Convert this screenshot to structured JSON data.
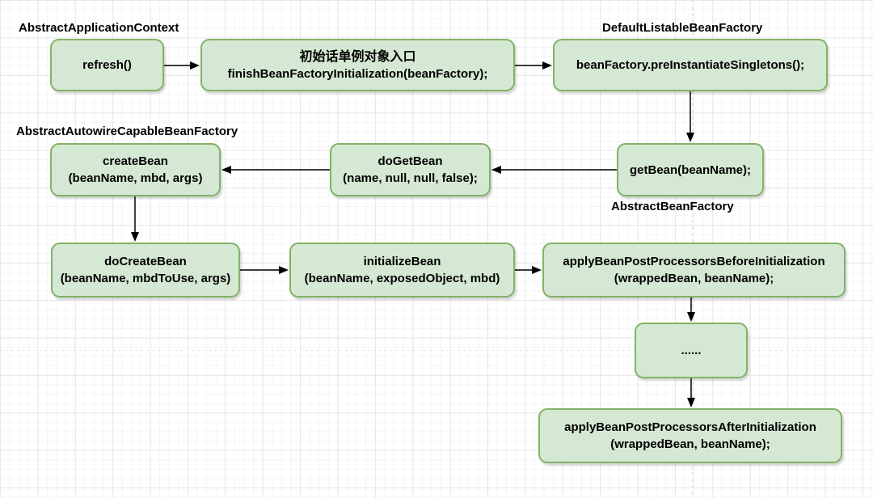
{
  "diagram_title": "Spring bean initialization call flow",
  "colors": {
    "node_fill": "#d5e8d4",
    "node_border": "#82b366",
    "arrow": "#1f1f1f",
    "text": "#000000",
    "grid_major": "#e7e7e7",
    "grid_minor": "#f4f4f4",
    "page_guide": "#cfcfcf"
  },
  "labels": {
    "abstract_application_context": "AbstractApplicationContext",
    "default_listable_bean_factory": "DefaultListableBeanFactory",
    "abstract_autowire_capable_bean_factory": "AbstractAutowireCapableBeanFactory",
    "abstract_bean_factory": "AbstractBeanFactory"
  },
  "nodes": {
    "refresh": {
      "line1": "refresh()"
    },
    "finish_bean_factory_initialization": {
      "line1": "初始话单例对象入口",
      "line2": "finishBeanFactoryInitialization(beanFactory);"
    },
    "pre_instantiate_singletons": {
      "line1": "beanFactory.preInstantiateSingletons();"
    },
    "get_bean": {
      "line1": "getBean(beanName);"
    },
    "do_get_bean": {
      "line1": "doGetBean",
      "line2": "(name, null, null, false);"
    },
    "create_bean": {
      "line1": "createBean",
      "line2": "(beanName, mbd, args)"
    },
    "do_create_bean": {
      "line1": "doCreateBean",
      "line2": "(beanName, mbdToUse, args)"
    },
    "initialize_bean": {
      "line1": "initializeBean",
      "line2": "(beanName, exposedObject, mbd)"
    },
    "apply_before_initialization": {
      "line1": "applyBeanPostProcessorsBeforeInitialization",
      "line2": "(wrappedBean, beanName);"
    },
    "ellipsis": {
      "line1": "......"
    },
    "apply_after_initialization": {
      "line1": "applyBeanPostProcessorsAfterInitialization",
      "line2": "(wrappedBean, beanName);"
    }
  }
}
